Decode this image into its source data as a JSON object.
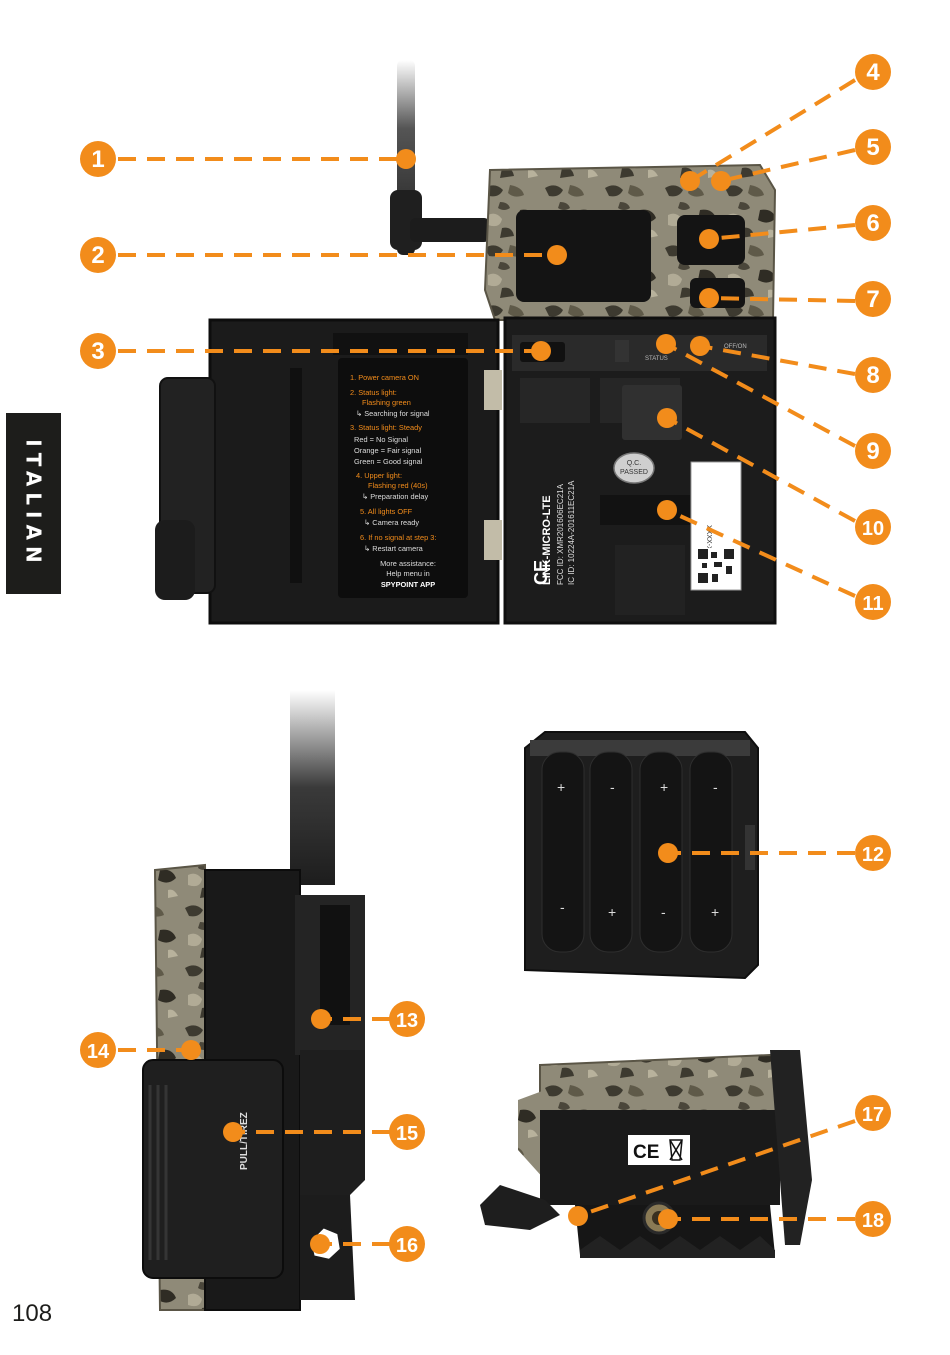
{
  "side_tab": "ITALIAN",
  "page_number": "108",
  "callouts": [
    "1",
    "2",
    "3",
    "4",
    "5",
    "6",
    "7",
    "8",
    "9",
    "10",
    "11",
    "12",
    "13",
    "14",
    "15",
    "16",
    "17",
    "18"
  ],
  "instruction_card": {
    "lines": [
      {
        "text": "1.  Power camera ON",
        "style": "orange"
      },
      {
        "text": "2.  Status light:",
        "style": "orange"
      },
      {
        "text": "Flashing green",
        "style": "orange-indent"
      },
      {
        "text": "↳ Searching for signal",
        "style": "white"
      },
      {
        "text": "3.  Status light: Steady",
        "style": "orange"
      },
      {
        "text": "Red = No Signal",
        "style": "white"
      },
      {
        "text": "Orange = Fair signal",
        "style": "white"
      },
      {
        "text": "Green = Good signal",
        "style": "white"
      },
      {
        "text": "4.  Upper light:",
        "style": "orange"
      },
      {
        "text": "Flashing red (40s)",
        "style": "orange-indent"
      },
      {
        "text": "↳ Preparation delay",
        "style": "white"
      },
      {
        "text": "5.  All lights OFF",
        "style": "orange"
      },
      {
        "text": "↳ Camera ready",
        "style": "white"
      },
      {
        "text": "6.  If no signal at step 3:",
        "style": "orange"
      },
      {
        "text": "↳ Restart camera",
        "style": "white"
      },
      {
        "text": "More assistance:",
        "style": "white-center"
      },
      {
        "text": "Help menu in",
        "style": "white-center"
      },
      {
        "text": "SPYPOINT APP",
        "style": "white-center-bold"
      }
    ]
  },
  "device_labels": {
    "model": "LINK-MICRO-LTE",
    "fcc_id": "FCC ID: XMR201606EC21A",
    "ic": "IC ID: 10224A-201611EC21A",
    "qc_line1": "Q.C.",
    "qc_line2": "PASSED",
    "ce": "CE",
    "serial": "XXXX-XXX-XXXX",
    "status": "STATUS",
    "on_off": "OFF/ON",
    "pull_tab": "PULL/TIREZ"
  },
  "colors": {
    "accent": "#f28c1b",
    "device_black": "#1b1b1b",
    "camo": "#8a8472"
  }
}
